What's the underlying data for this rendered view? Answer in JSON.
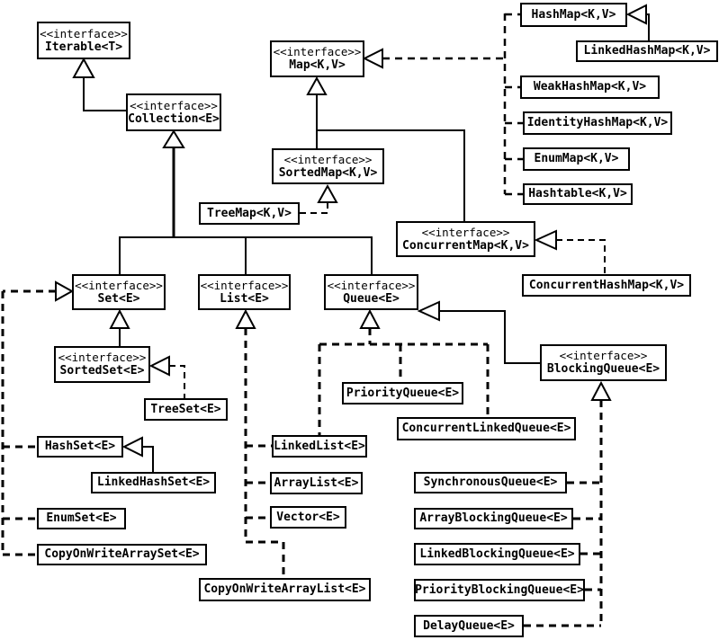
{
  "diagram": {
    "stereotype": "<<interface>>",
    "colors": {
      "foreground": "#000000",
      "background": "#ffffff"
    },
    "interfaces": {
      "iterable": {
        "name": "Iterable<T>"
      },
      "collection": {
        "name": "Collection<E>"
      },
      "map": {
        "name": "Map<K,V>"
      },
      "sorted_map": {
        "name": "SortedMap<K,V>"
      },
      "concurrent_map": {
        "name": "ConcurrentMap<K,V>"
      },
      "set": {
        "name": "Set<E>"
      },
      "list": {
        "name": "List<E>"
      },
      "queue": {
        "name": "Queue<E>"
      },
      "sorted_set": {
        "name": "SortedSet<E>"
      },
      "blocking_queue": {
        "name": "BlockingQueue<E>"
      }
    },
    "classes": {
      "hash_map": {
        "name": "HashMap<K,V>"
      },
      "linked_hash_map": {
        "name": "LinkedHashMap<K,V>"
      },
      "weak_hash_map": {
        "name": "WeakHashMap<K,V>"
      },
      "identity_hash_map": {
        "name": "IdentityHashMap<K,V>"
      },
      "enum_map": {
        "name": "EnumMap<K,V>"
      },
      "hashtable": {
        "name": "Hashtable<K,V>"
      },
      "tree_map": {
        "name": "TreeMap<K,V>"
      },
      "concurrent_hash_map": {
        "name": "ConcurrentHashMap<K,V>"
      },
      "tree_set": {
        "name": "TreeSet<E>"
      },
      "hash_set": {
        "name": "HashSet<E>"
      },
      "linked_hash_set": {
        "name": "LinkedHashSet<E>"
      },
      "enum_set": {
        "name": "EnumSet<E>"
      },
      "copy_on_write_array_set": {
        "name": "CopyOnWriteArraySet<E>"
      },
      "linked_list": {
        "name": "LinkedList<E>"
      },
      "array_list": {
        "name": "ArrayList<E>"
      },
      "vector": {
        "name": "Vector<E>"
      },
      "copy_on_write_array_list": {
        "name": "CopyOnWriteArrayList<E>"
      },
      "priority_queue": {
        "name": "PriorityQueue<E>"
      },
      "concurrent_linked_queue": {
        "name": "ConcurrentLinkedQueue<E>"
      },
      "synchronous_queue": {
        "name": "SynchronousQueue<E>"
      },
      "array_blocking_queue": {
        "name": "ArrayBlockingQueue<E>"
      },
      "linked_blocking_queue": {
        "name": "LinkedBlockingQueue<E>"
      },
      "priority_blocking_queue": {
        "name": "PriorityBlockingQueue<E>"
      },
      "delay_queue": {
        "name": "DelayQueue<E>"
      }
    },
    "relationships": [
      {
        "from": "Collection<E>",
        "to": "Iterable<T>",
        "type": "extends-solid"
      },
      {
        "from": "Set<E>",
        "to": "Collection<E>",
        "type": "extends-solid"
      },
      {
        "from": "List<E>",
        "to": "Collection<E>",
        "type": "extends-solid"
      },
      {
        "from": "Queue<E>",
        "to": "Collection<E>",
        "type": "extends-solid"
      },
      {
        "from": "SortedMap<K,V>",
        "to": "Map<K,V>",
        "type": "extends-solid"
      },
      {
        "from": "ConcurrentMap<K,V>",
        "to": "Map<K,V>",
        "type": "extends-solid"
      },
      {
        "from": "HashMap<K,V>",
        "to": "Map<K,V>",
        "type": "implements-dashed"
      },
      {
        "from": "WeakHashMap<K,V>",
        "to": "Map<K,V>",
        "type": "implements-dashed"
      },
      {
        "from": "IdentityHashMap<K,V>",
        "to": "Map<K,V>",
        "type": "implements-dashed"
      },
      {
        "from": "EnumMap<K,V>",
        "to": "Map<K,V>",
        "type": "implements-dashed"
      },
      {
        "from": "Hashtable<K,V>",
        "to": "Map<K,V>",
        "type": "implements-dashed"
      },
      {
        "from": "LinkedHashMap<K,V>",
        "to": "HashMap<K,V>",
        "type": "extends-solid"
      },
      {
        "from": "TreeMap<K,V>",
        "to": "SortedMap<K,V>",
        "type": "implements-dashed"
      },
      {
        "from": "ConcurrentHashMap<K,V>",
        "to": "ConcurrentMap<K,V>",
        "type": "implements-dashed"
      },
      {
        "from": "SortedSet<E>",
        "to": "Set<E>",
        "type": "extends-solid"
      },
      {
        "from": "HashSet<E>",
        "to": "Set<E>",
        "type": "implements-dashed"
      },
      {
        "from": "EnumSet<E>",
        "to": "Set<E>",
        "type": "implements-dashed"
      },
      {
        "from": "CopyOnWriteArraySet<E>",
        "to": "Set<E>",
        "type": "implements-dashed"
      },
      {
        "from": "TreeSet<E>",
        "to": "SortedSet<E>",
        "type": "implements-dashed"
      },
      {
        "from": "LinkedHashSet<E>",
        "to": "HashSet<E>",
        "type": "extends-solid"
      },
      {
        "from": "LinkedList<E>",
        "to": "List<E>",
        "type": "implements-dashed"
      },
      {
        "from": "ArrayList<E>",
        "to": "List<E>",
        "type": "implements-dashed"
      },
      {
        "from": "Vector<E>",
        "to": "List<E>",
        "type": "implements-dashed"
      },
      {
        "from": "CopyOnWriteArrayList<E>",
        "to": "List<E>",
        "type": "implements-dashed"
      },
      {
        "from": "LinkedList<E>",
        "to": "Queue<E>",
        "type": "implements-dashed"
      },
      {
        "from": "PriorityQueue<E>",
        "to": "Queue<E>",
        "type": "implements-dashed"
      },
      {
        "from": "ConcurrentLinkedQueue<E>",
        "to": "Queue<E>",
        "type": "implements-dashed"
      },
      {
        "from": "BlockingQueue<E>",
        "to": "Queue<E>",
        "type": "extends-solid"
      },
      {
        "from": "SynchronousQueue<E>",
        "to": "BlockingQueue<E>",
        "type": "implements-dashed"
      },
      {
        "from": "ArrayBlockingQueue<E>",
        "to": "BlockingQueue<E>",
        "type": "implements-dashed"
      },
      {
        "from": "LinkedBlockingQueue<E>",
        "to": "BlockingQueue<E>",
        "type": "implements-dashed"
      },
      {
        "from": "PriorityBlockingQueue<E>",
        "to": "BlockingQueue<E>",
        "type": "implements-dashed"
      },
      {
        "from": "DelayQueue<E>",
        "to": "BlockingQueue<E>",
        "type": "implements-dashed"
      }
    ]
  }
}
